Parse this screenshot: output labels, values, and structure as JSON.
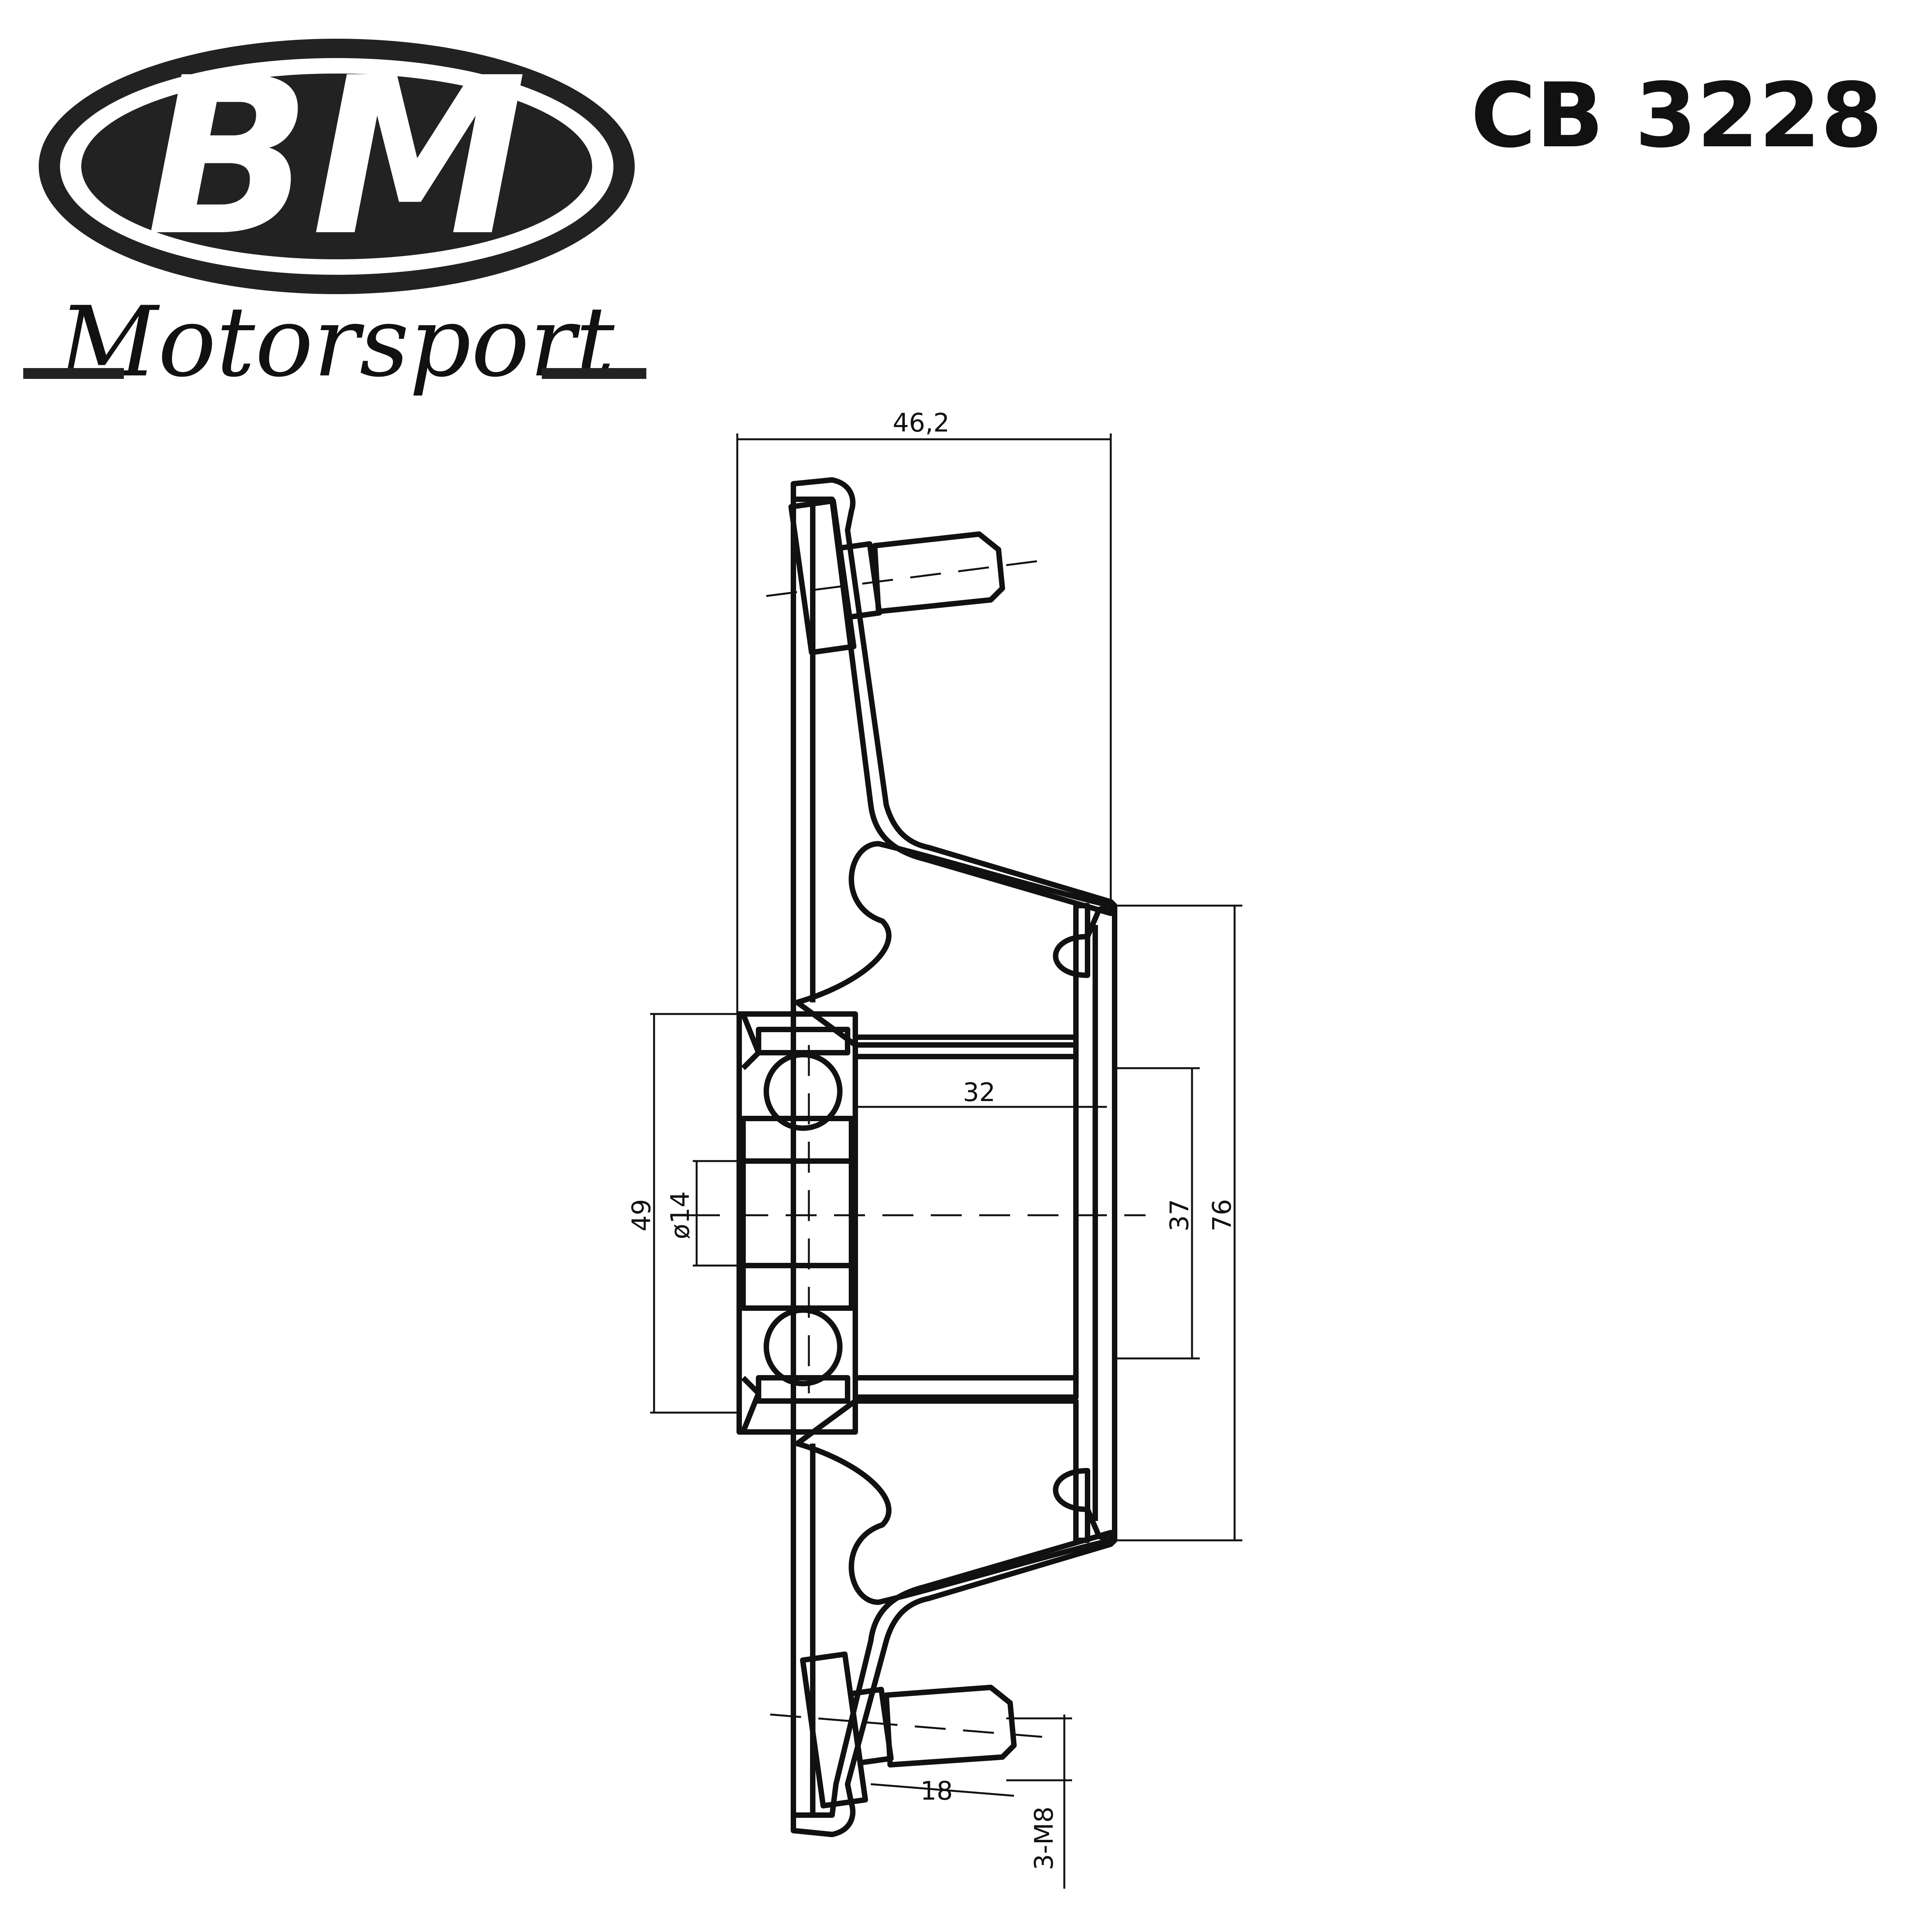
{
  "logo": {
    "brand": "BM",
    "subtitle": "Motorsport",
    "colors": {
      "fill": "#222222",
      "background": "#ffffff"
    }
  },
  "part_number": "CB 3228",
  "dimensions": {
    "overall_width": "46,2",
    "inner_bore_length": "32",
    "outer_diameter_left": "49",
    "bore_diameter": "ø14",
    "inner_diameter": "37",
    "outer_diameter": "76",
    "stud_length": "18",
    "stud_thread": "3-M8"
  }
}
